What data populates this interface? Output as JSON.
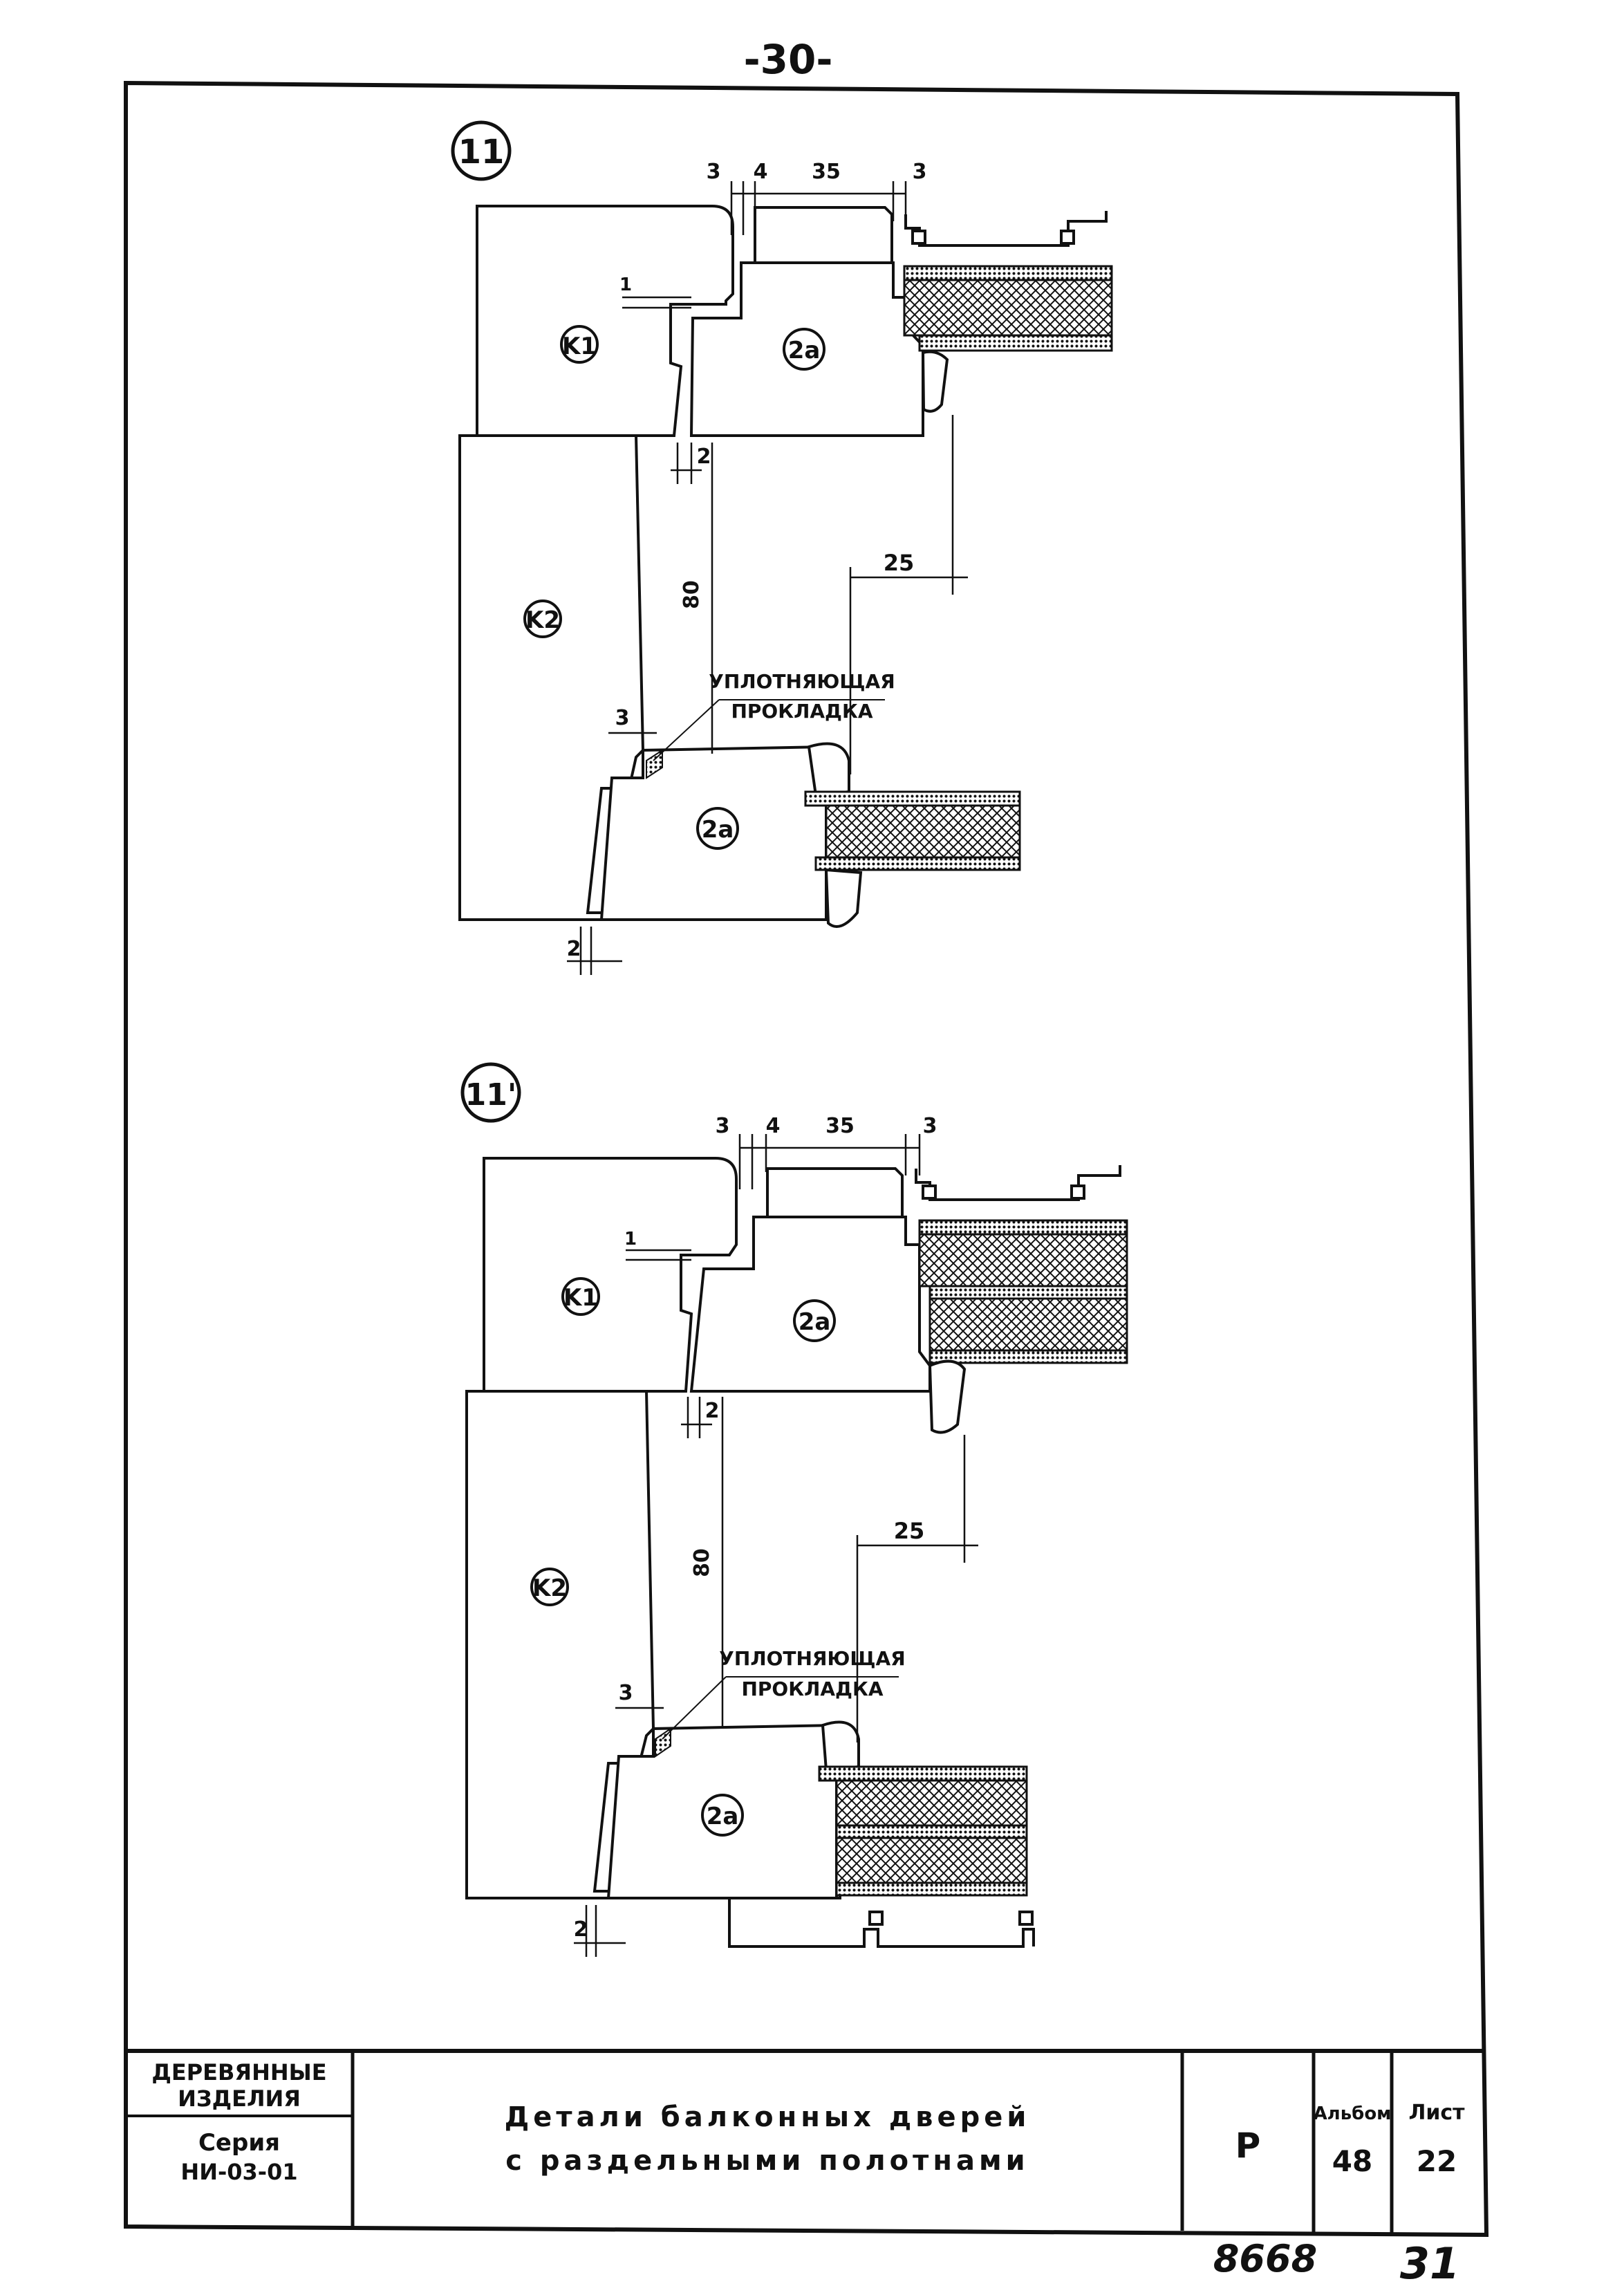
{
  "page_number": "-30-",
  "details": [
    {
      "id": "detail-11",
      "marker": "11",
      "dims": {
        "d3_left": "3",
        "d4": "4",
        "d35": "35",
        "d3_right": "3",
        "d1": "1",
        "d2_top": "2",
        "d80": "80",
        "d25": "25",
        "d3_gasket": "3",
        "d2_bottom": "2"
      },
      "parts": {
        "k1": "K1",
        "k2": "K2",
        "frame_upper": "2a",
        "frame_lower": "2a"
      },
      "gasket_label_line1": "УПЛОТНЯЮЩАЯ",
      "gasket_label_line2": "ПРОКЛАДКА"
    },
    {
      "id": "detail-11-prime",
      "marker": "11'",
      "dims": {
        "d3_left": "3",
        "d4": "4",
        "d35": "35",
        "d3_right": "3",
        "d1": "1",
        "d2_top": "2",
        "d80": "80",
        "d25": "25",
        "d3_gasket": "3",
        "d2_bottom": "2"
      },
      "parts": {
        "k1": "K1",
        "k2": "K2",
        "frame_upper": "2a",
        "frame_lower": "2a"
      },
      "gasket_label_line1": "УПЛОТНЯЮЩАЯ",
      "gasket_label_line2": "ПРОКЛАДКА"
    }
  ],
  "title_block": {
    "category_line1": "ДЕРЕВЯННЫЕ",
    "category_line2": "ИЗДЕЛИЯ",
    "series_label": "Серия",
    "series_code": "НИ-03-01",
    "title_line1": "Детали балконных дверей",
    "title_line2": "с раздельными полотнами",
    "stage": "Р",
    "album_label": "Альбом",
    "album_value": "48",
    "sheet_label": "Лист",
    "sheet_value": "22"
  },
  "handwritten": {
    "inventory_number": "8668",
    "page_mark": "31"
  }
}
